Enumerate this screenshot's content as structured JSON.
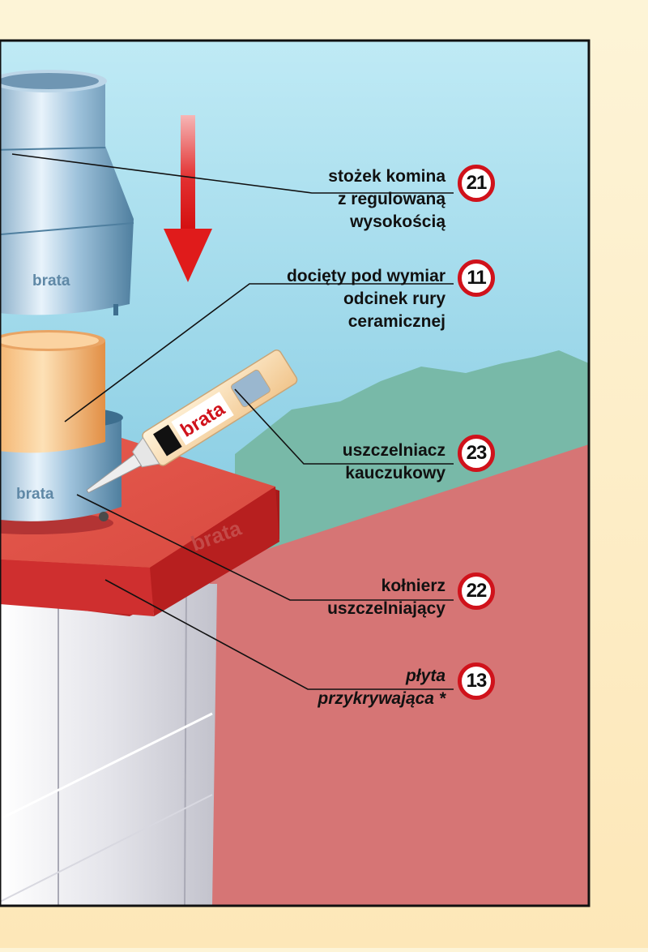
{
  "brand": {
    "logo_text": "brata"
  },
  "colors": {
    "frame_border": "#111111",
    "sky_top": "#aee4f2",
    "sky_bottom": "#5cb3d3",
    "hills": "#78b9a8",
    "roof": "#d67575",
    "cover_plate": "#d93d3d",
    "badge_ring": "#d0121b",
    "arrow": "#e01b1b",
    "page_background": "#fde7b8"
  },
  "callouts": [
    {
      "number": "21",
      "lines": [
        "stożek komina",
        "z regulowaną",
        "wysokością"
      ],
      "italic": false
    },
    {
      "number": "11",
      "lines": [
        "docięty pod wymiar",
        "odcinek rury",
        "ceramicznej"
      ],
      "italic": false
    },
    {
      "number": "23",
      "lines": [
        "uszczelniacz",
        "kauczukowy"
      ],
      "italic": false
    },
    {
      "number": "22",
      "lines": [
        "kołnierz",
        "uszczelniający"
      ],
      "italic": false
    },
    {
      "number": "13",
      "lines": [
        "płyta",
        "przykrywająca *"
      ],
      "italic": true
    }
  ]
}
